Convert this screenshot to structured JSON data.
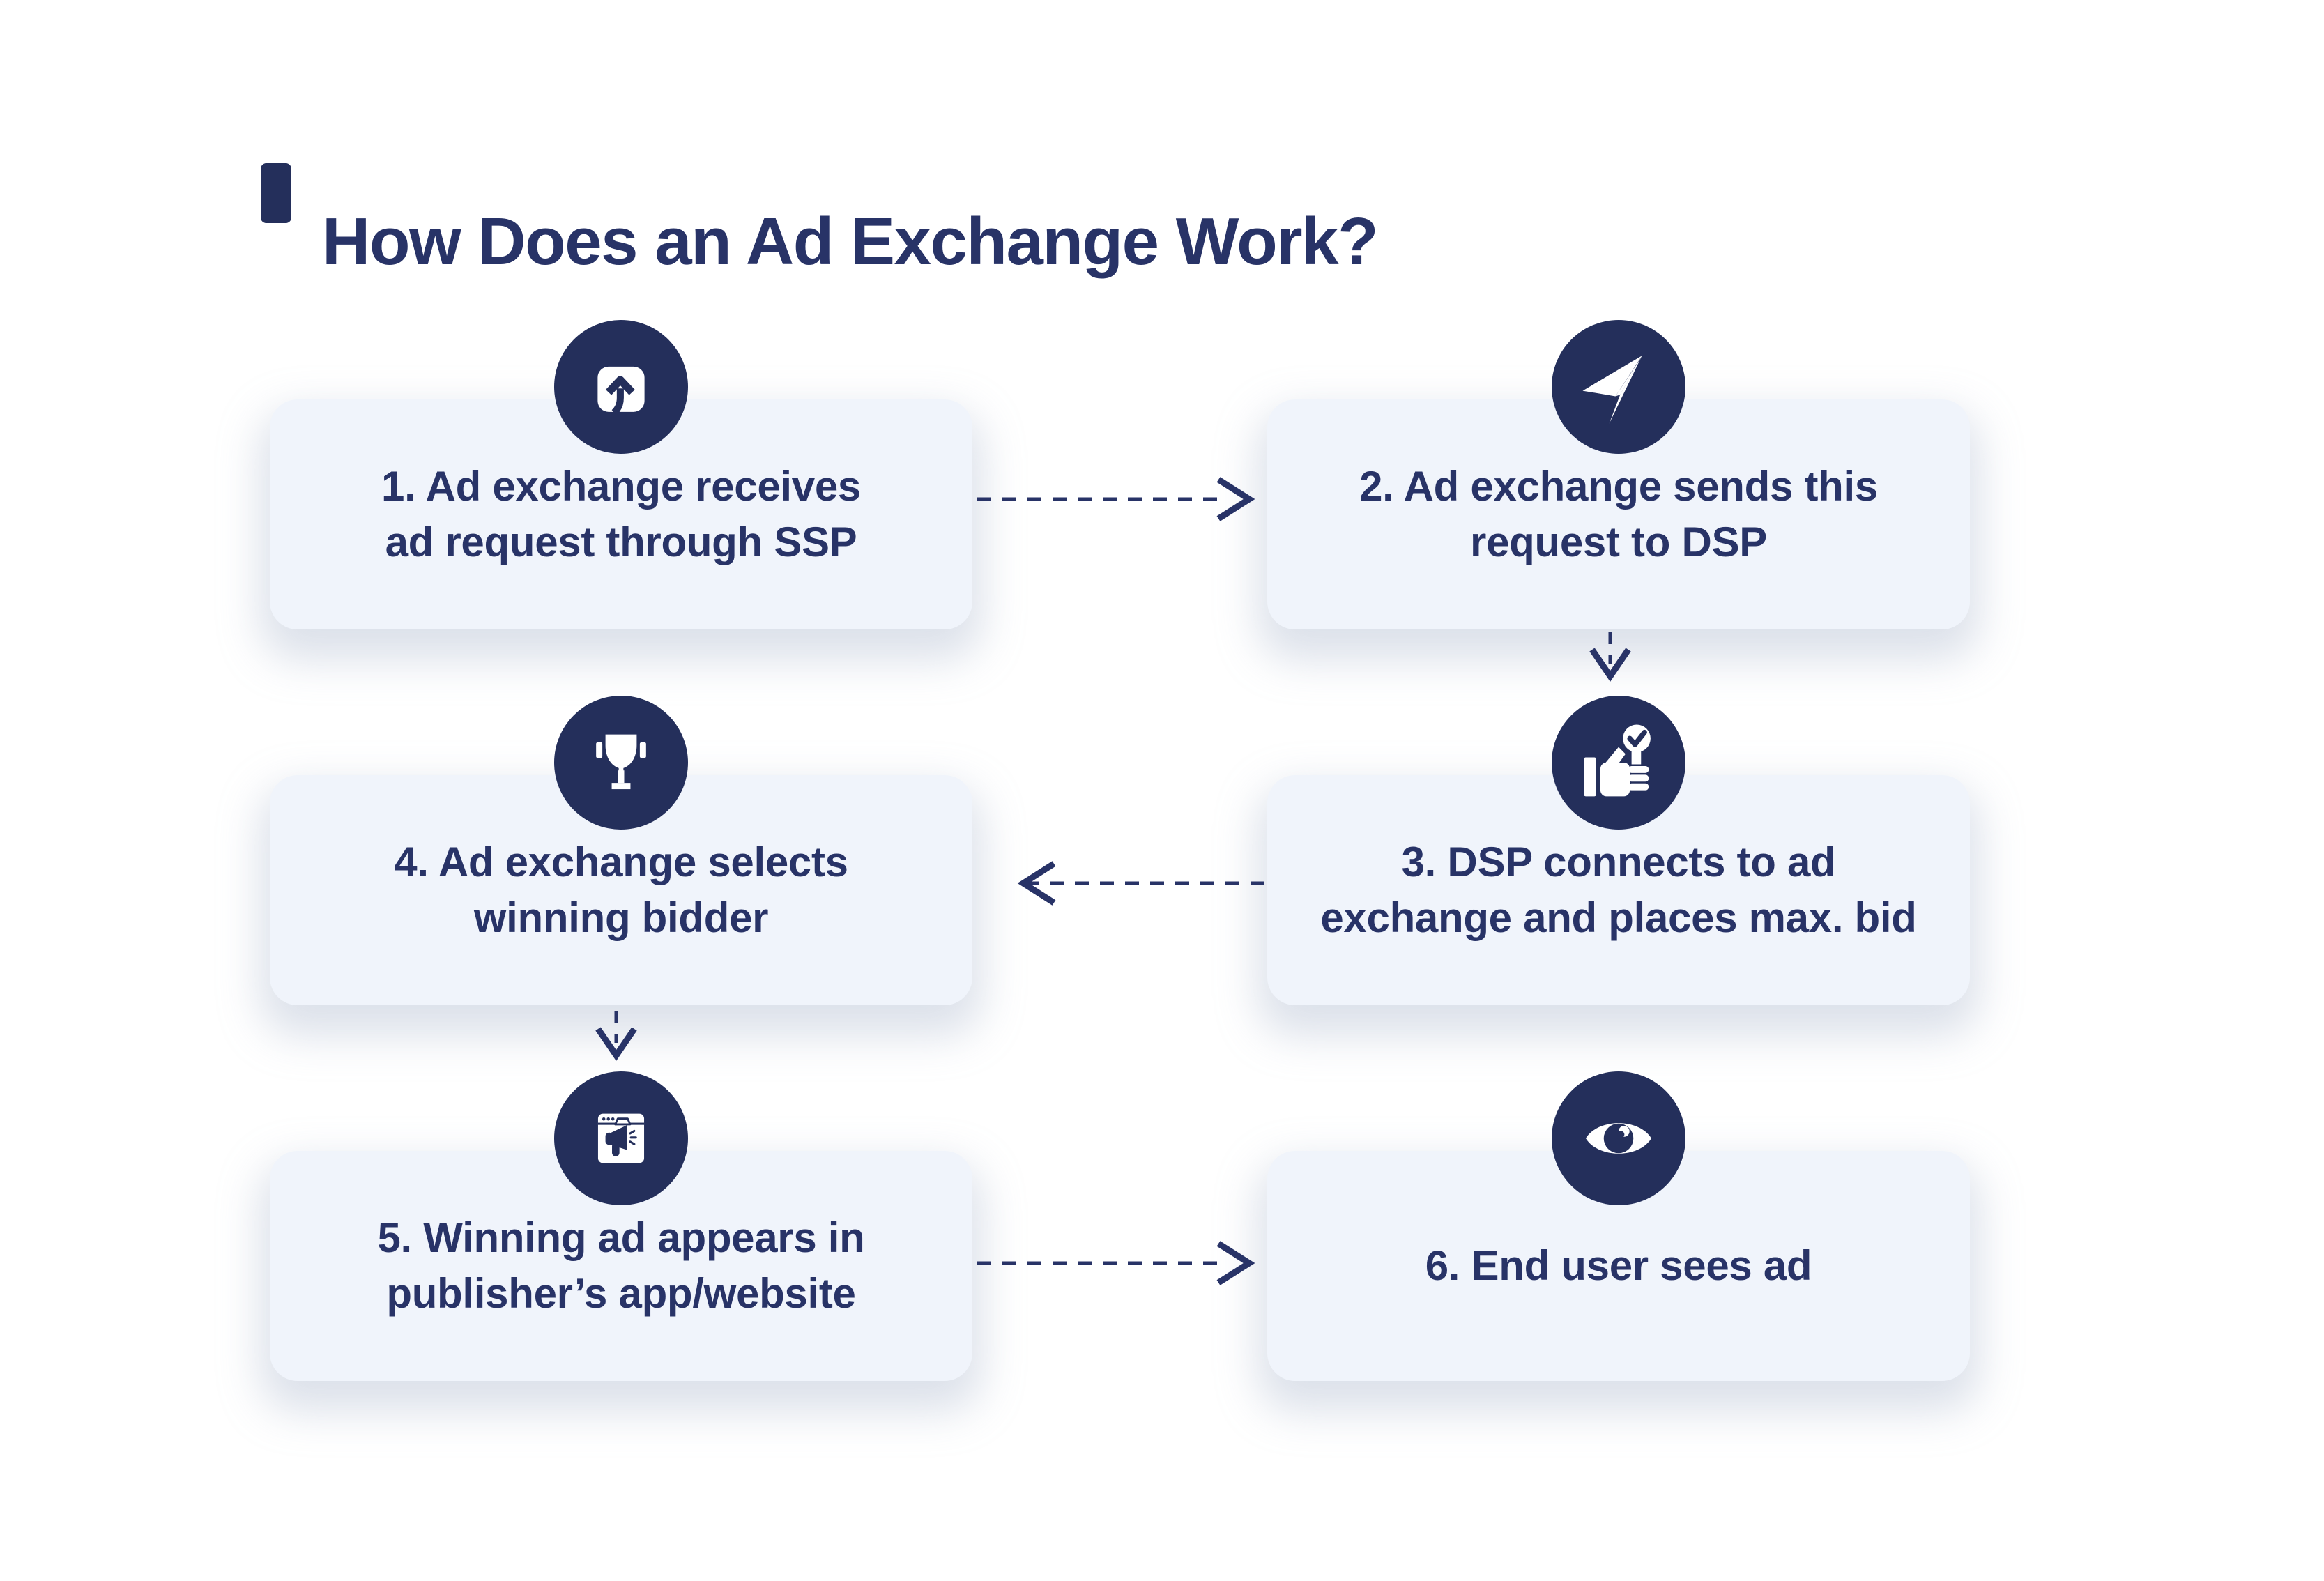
{
  "title": "How Does an Ad Exchange Work?",
  "colors": {
    "navy": "#242f5b",
    "text_navy": "#283367",
    "card_background": "#f0f4fb",
    "page_background": "#ffffff"
  },
  "steps": [
    {
      "number": "1",
      "icon": "ad-request-upload-icon",
      "label": "1. Ad exchange receives\nad request through SSP"
    },
    {
      "number": "2",
      "icon": "paper-plane-send-icon",
      "label": "2. Ad exchange sends this\nrequest to DSP"
    },
    {
      "number": "3",
      "icon": "hand-bid-check-icon",
      "label": "3. DSP connects to ad\nexchange and places max. bid"
    },
    {
      "number": "4",
      "icon": "trophy-icon",
      "label": "4. Ad exchange selects\nwinning bidder"
    },
    {
      "number": "5",
      "icon": "browser-ad-megaphone-icon",
      "label": "5. Winning ad appears in\npublisher’s app/website"
    },
    {
      "number": "6",
      "icon": "eye-icon",
      "label": "6. End user sees ad"
    }
  ],
  "connections": [
    {
      "from": 1,
      "to": 2,
      "direction": "right",
      "style": "dashed"
    },
    {
      "from": 2,
      "to": 3,
      "direction": "down",
      "style": "dashed"
    },
    {
      "from": 3,
      "to": 4,
      "direction": "left",
      "style": "dashed"
    },
    {
      "from": 4,
      "to": 5,
      "direction": "down",
      "style": "dashed"
    },
    {
      "from": 5,
      "to": 6,
      "direction": "right",
      "style": "dashed"
    }
  ]
}
